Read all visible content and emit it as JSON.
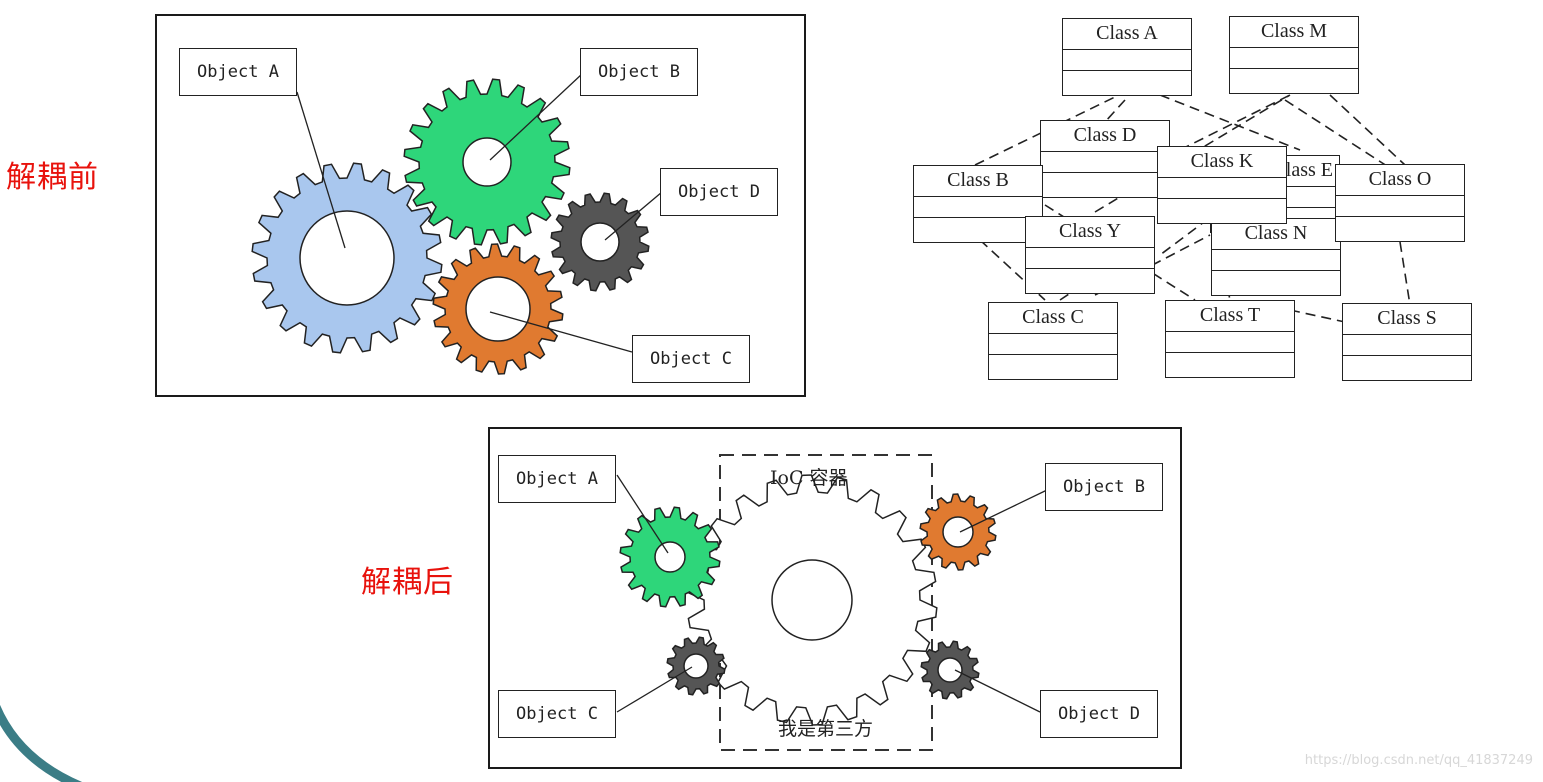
{
  "labels": {
    "before": "解耦前",
    "after": "解耦后"
  },
  "before_diagram": {
    "objects": [
      "Object A",
      "Object B",
      "Object D",
      "Object C"
    ]
  },
  "class_diagram": {
    "classes": [
      "Class A",
      "Class M",
      "Class D",
      "Class K",
      "Class E",
      "Class B",
      "Class O",
      "Class Y",
      "Class N",
      "Class C",
      "Class T",
      "Class S"
    ]
  },
  "after_diagram": {
    "container_title": "IoC 容器",
    "container_footer": "我是第三方",
    "objects": [
      "Object A",
      "Object B",
      "Object C",
      "Object D"
    ]
  },
  "watermark": "https://blog.csdn.net/qq_41837249",
  "colors": {
    "label_red": "#e8120c",
    "gear_blue": "#a9c7ee",
    "gear_green": "#2ed67a",
    "gear_gray": "#555555",
    "gear_orange": "#e07a30",
    "gear_white": "#ffffff"
  }
}
